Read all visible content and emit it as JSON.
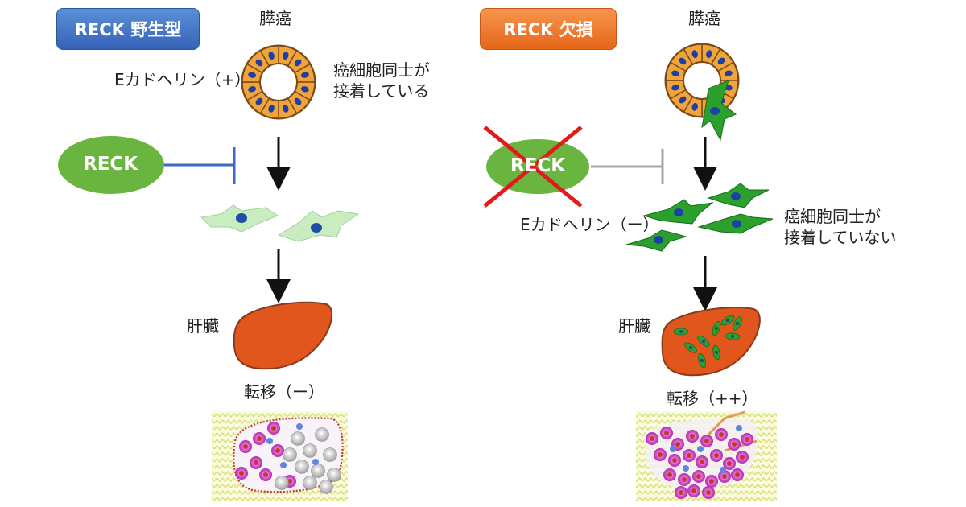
{
  "left": {
    "badge": "RECK 野生型",
    "cancer_label": "膵癌",
    "ecad_label": "Eカドヘリン（+）",
    "adhesion_text": "癌細胞同士が\n接着している",
    "reck_label": "RECK",
    "liver_label": "肝臓",
    "metastasis_label": "転移（ー）"
  },
  "right": {
    "badge": "RECK 欠損",
    "cancer_label": "膵癌",
    "ecad_label": "Eカドヘリン（ー）",
    "adhesion_text": "癌細胞同士が\n接着していない",
    "reck_label": "RECK",
    "liver_label": "肝臓",
    "metastasis_label": "転移（++）"
  },
  "colors": {
    "blue_badge": "#3b6cc4",
    "orange_badge": "#f07a2a",
    "reck_green": "#66b33d",
    "liver": "#e0561d",
    "inhibit_blue": "#3f67c8",
    "inhibit_gray": "#a6a6a6",
    "cross_red": "#e01b1b",
    "cell_orange": "#f0a43a",
    "nucleus_blue": "#1d3fa8",
    "metastatic_green": "#2ca02c"
  }
}
